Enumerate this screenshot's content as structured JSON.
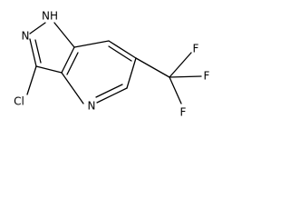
{
  "molecule": {
    "atoms": {
      "nh": "NH",
      "n_top": "N",
      "cl": "Cl",
      "n_ring": "N",
      "f_top": "F",
      "f_right": "F",
      "f_bottom": "F"
    }
  }
}
